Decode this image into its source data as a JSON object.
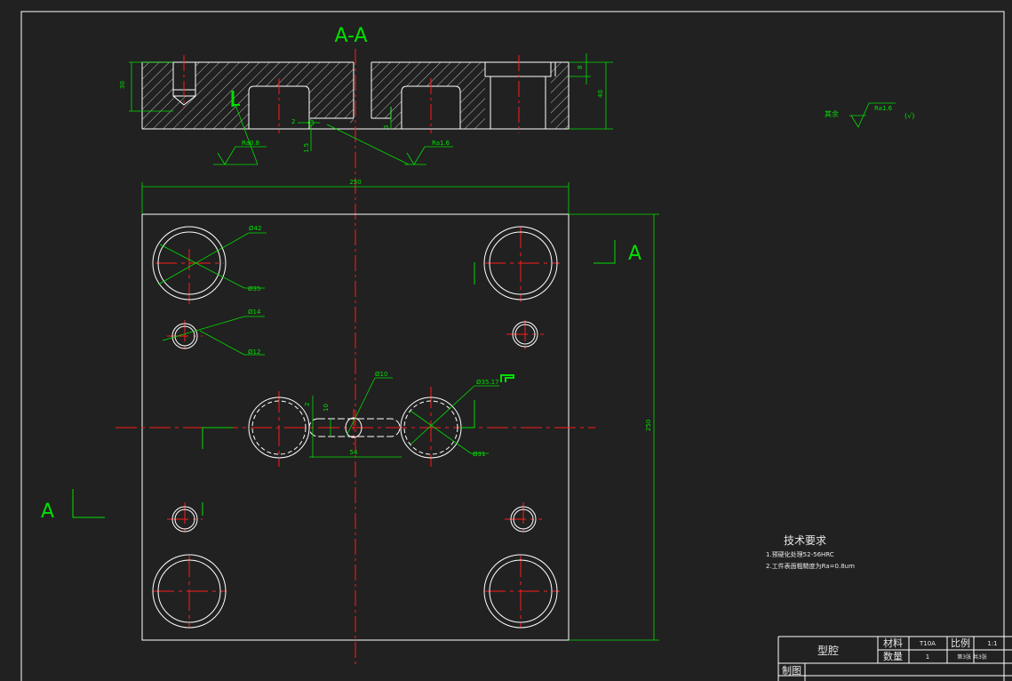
{
  "section_title": "A-A",
  "section_marker": "A",
  "dims": {
    "d30": "30",
    "d40": "40",
    "d8": "8",
    "d250_w": "250",
    "d250_h": "250",
    "d2a": "2",
    "d1_5": "1.5",
    "d3": "3",
    "dia42": "Ø42",
    "dia35": "Ø35",
    "dia14": "Ø14",
    "dia12": "Ø12",
    "dia10": "Ø10",
    "dia35_17": "Ø35.17",
    "dia31": "Ø31",
    "d2b": "2",
    "d10": "10",
    "d54": "54"
  },
  "roughness": {
    "ra08": "Ra0.8",
    "ra1_6a": "Ra1.6",
    "ra1_6b": "Ra1.6",
    "others_label": "其余",
    "others_mark": "(√)"
  },
  "tech_req": {
    "title": "技术要求",
    "line1": "1.预硬化处理52-56HRC",
    "line2": "2.工件表面粗糙度为Ra=0.8um"
  },
  "title_block": {
    "part_name": "型腔",
    "material_label": "材料",
    "material_value": "T10A",
    "scale_label": "比例",
    "scale_value": "1:1",
    "qty_label": "数量",
    "qty_value": "1",
    "sheet_info": "第3张  共3张",
    "drawn_by_label": "制图"
  },
  "colors": {
    "background": "#212121",
    "dimension": "#00e000",
    "outline": "#ffffff",
    "centerline": "#ff1a1a"
  }
}
